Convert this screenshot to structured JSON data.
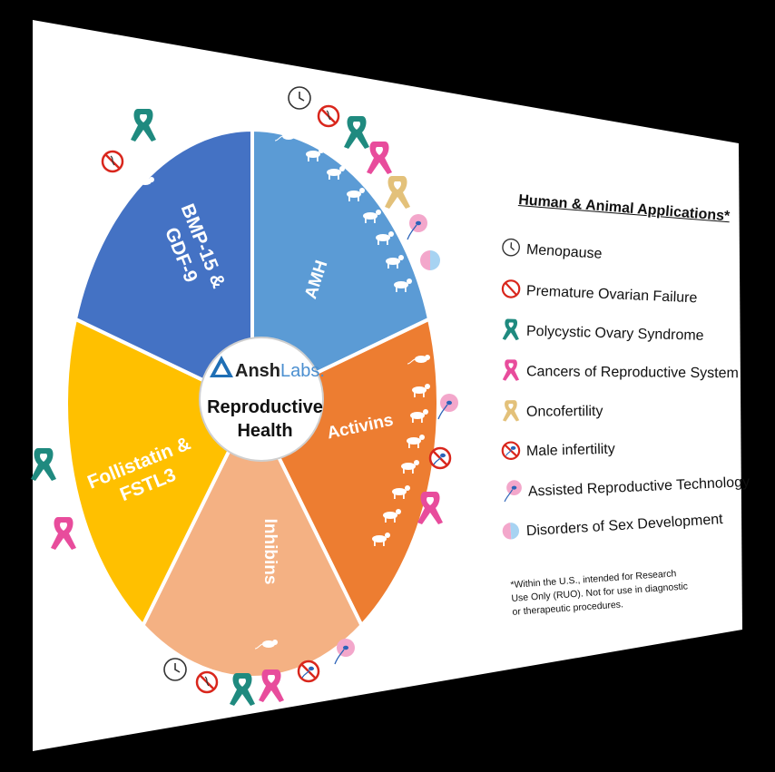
{
  "brand": {
    "name_bold": "Ansh",
    "name_light": "Labs."
  },
  "center": {
    "line1": "Reproductive",
    "line2": "Health"
  },
  "segments": [
    {
      "label1": "AMH",
      "label2": "",
      "color": "#5b9bd5"
    },
    {
      "label1": "Activins",
      "label2": "",
      "color": "#ed7d31"
    },
    {
      "label1": "Inhibins",
      "label2": "",
      "color": "#f4b183"
    },
    {
      "label1": "Follistatin &",
      "label2": "FSTL3",
      "color": "#ffc000"
    },
    {
      "label1": "BMP-15 &",
      "label2": "GDF-9",
      "color": "#4472c4"
    }
  ],
  "legend": {
    "title": "Human & Animal Applications*",
    "items": [
      {
        "icon": "clock-icon",
        "label": "Menopause"
      },
      {
        "icon": "no-sign-icon",
        "label": "Premature Ovarian Failure"
      },
      {
        "icon": "teal-ribbon-icon",
        "label": "Polycystic Ovary Syndrome"
      },
      {
        "icon": "pink-ribbon-icon",
        "label": "Cancers of Reproductive System"
      },
      {
        "icon": "gold-ribbon-icon",
        "label": "Oncofertility"
      },
      {
        "icon": "no-sperm-icon",
        "label": "Male infertility"
      },
      {
        "icon": "egg-sperm-icon",
        "label": "Assisted Reproductive Technology"
      },
      {
        "icon": "half-circle-icon",
        "label": "Disorders of Sex Development"
      }
    ]
  },
  "footnote": "*Within the U.S., intended for Research Use Only (RUO). Not for use in diagnostic or therapeutic procedures.",
  "colors": {
    "teal": "#1f8a7f",
    "pink": "#e84c9c",
    "gold": "#e3c17a",
    "red": "#d9261c",
    "blue_half": "#a7d3f2",
    "pink_half": "#f3a7cb"
  }
}
